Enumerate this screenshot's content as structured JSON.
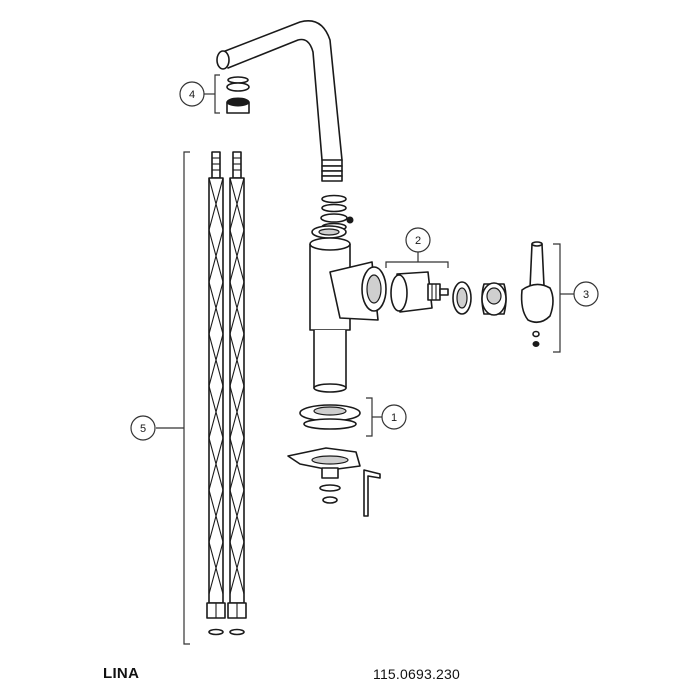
{
  "product": {
    "name": "LINA",
    "article_number": "115.0693.230"
  },
  "callouts": [
    {
      "number": "1",
      "part": "base-gasket-set"
    },
    {
      "number": "2",
      "part": "cartridge"
    },
    {
      "number": "3",
      "part": "lever-handle"
    },
    {
      "number": "4",
      "part": "aerator"
    },
    {
      "number": "5",
      "part": "flexible-supply-hoses"
    }
  ]
}
